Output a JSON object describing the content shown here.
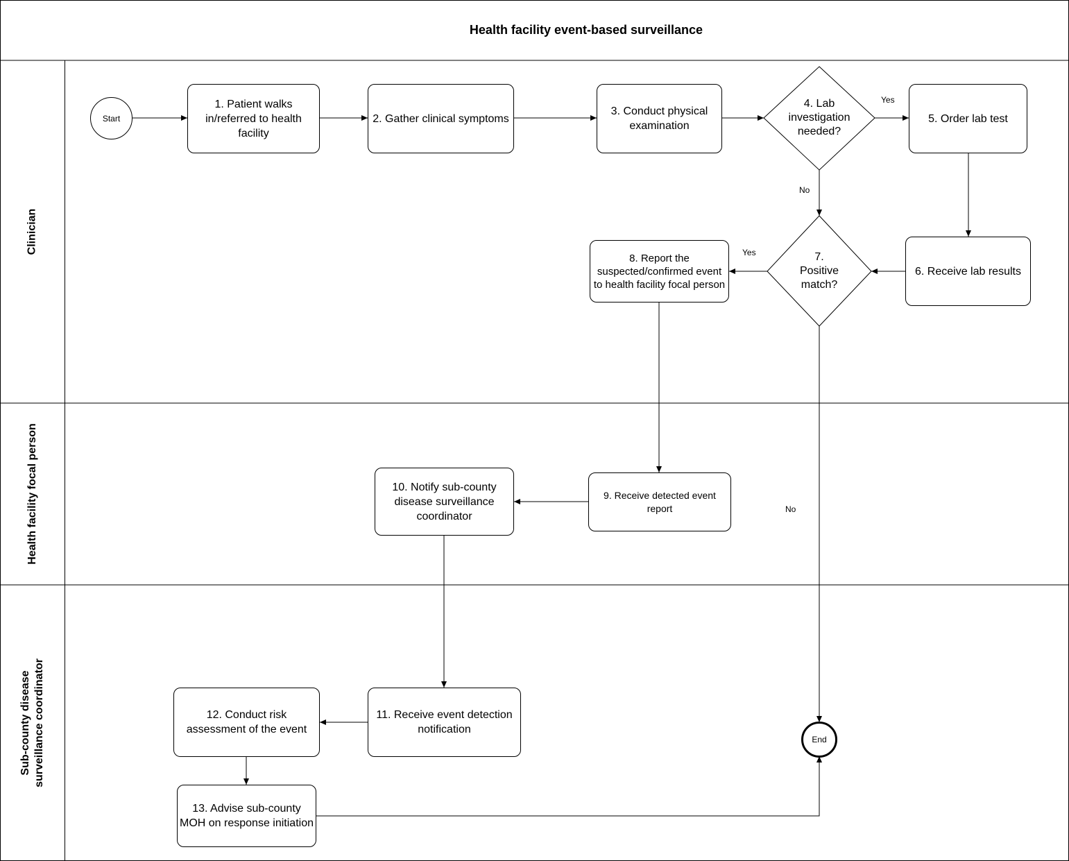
{
  "title": "Health facility event-based surveillance",
  "lanes": [
    {
      "label": "Clinician"
    },
    {
      "label": "Health facility focal person"
    },
    {
      "label": "Sub-county disease\nsurveillance coordinator"
    }
  ],
  "nodes": {
    "start": "Start",
    "end": "End",
    "s1": "1. Patient walks in/referred to health facility",
    "s2": "2. Gather clinical symptoms",
    "s3": "3. Conduct physical examination",
    "d4": "4. Lab investigation needed?",
    "s5": "5. Order lab test",
    "s6": "6. Receive lab results",
    "d7": "7.\nPositive match?",
    "s8": "8. Report  the suspected/confirmed event to health facility focal person",
    "s9": "9. Receive detected event report",
    "s10": "10. Notify sub-county disease surveillance coordinator",
    "s11": "11. Receive  event detection notification",
    "s12": "12. Conduct risk assessment of the event",
    "s13": "13. Advise sub-county MOH on response initiation"
  },
  "edge_labels": {
    "d4_yes": "Yes",
    "d4_no": "No",
    "d7_yes": "Yes",
    "d7_no": "No"
  }
}
